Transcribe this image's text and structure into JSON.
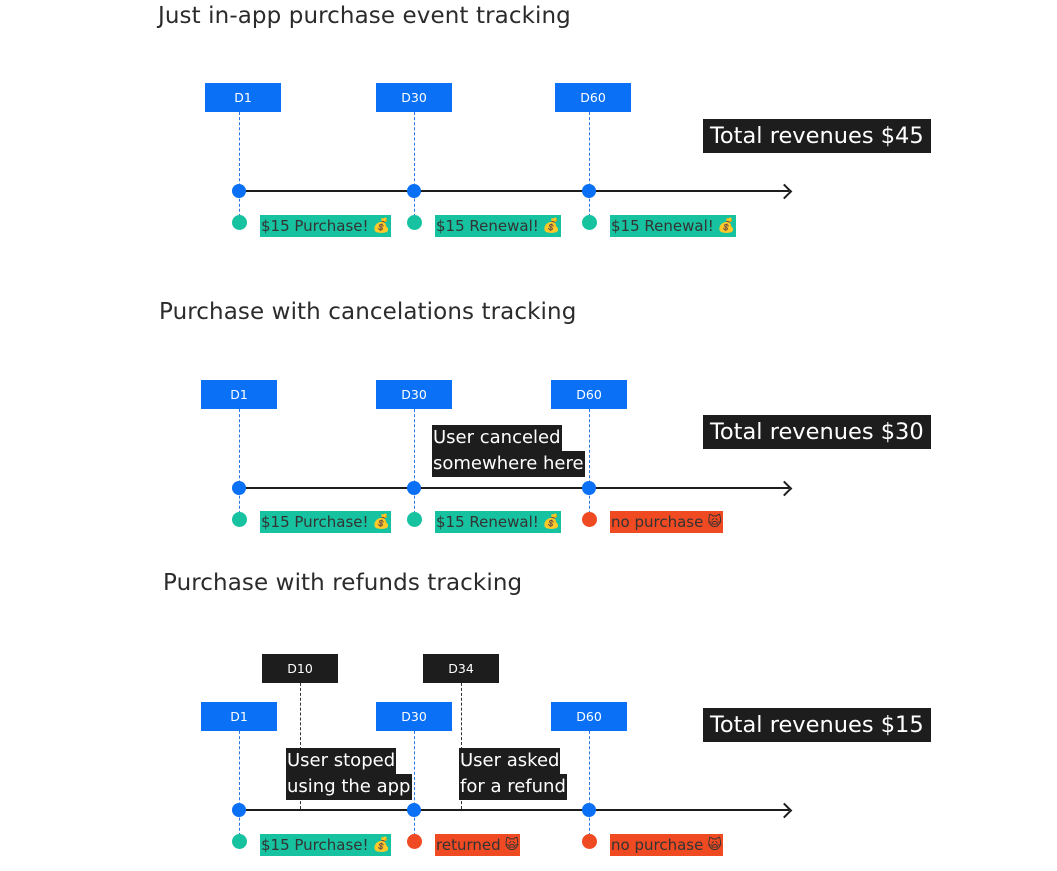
{
  "sections": [
    {
      "title": "Just in-app purchase event tracking",
      "days": [
        "D1",
        "D30",
        "D60"
      ],
      "total": "Total revenues $45",
      "events": [
        {
          "label": "$15 Purchase!",
          "icon": "money-bag-icon",
          "status": "green"
        },
        {
          "label": "$15 Renewal!",
          "icon": "money-bag-icon",
          "status": "green"
        },
        {
          "label": "$15 Renewal!",
          "icon": "money-bag-icon",
          "status": "green"
        }
      ]
    },
    {
      "title": "Purchase with cancelations tracking",
      "days": [
        "D1",
        "D30",
        "D60"
      ],
      "total": "Total revenues $30",
      "note": {
        "line1": "User canceled",
        "line2": "somewhere here"
      },
      "events": [
        {
          "label": "$15 Purchase!",
          "icon": "money-bag-icon",
          "status": "green"
        },
        {
          "label": "$15 Renewal!",
          "icon": "money-bag-icon",
          "status": "green"
        },
        {
          "label": "no purchase",
          "icon": "cat-face-icon",
          "status": "red"
        }
      ]
    },
    {
      "title": "Purchase with refunds tracking",
      "days": [
        "D1",
        "D30",
        "D60"
      ],
      "extra_days": [
        "D10",
        "D34"
      ],
      "total": "Total revenues $15",
      "notes": [
        {
          "line1": "User stoped",
          "line2": "using the app"
        },
        {
          "line1": "User asked",
          "line2": "for a refund"
        }
      ],
      "events": [
        {
          "label": "$15 Purchase!",
          "icon": "money-bag-icon",
          "status": "green"
        },
        {
          "label": "returned",
          "icon": "cat-face-icon",
          "status": "red"
        },
        {
          "label": "no purchase",
          "icon": "cat-face-icon",
          "status": "red"
        }
      ]
    }
  ],
  "colors": {
    "day_box": "#0a70f5",
    "success": "#17c2a0",
    "failure": "#f04a22",
    "dark": "#1d1d1d"
  },
  "icons": {
    "money-bag-icon": "💰",
    "cat-face-icon": "🙀"
  }
}
